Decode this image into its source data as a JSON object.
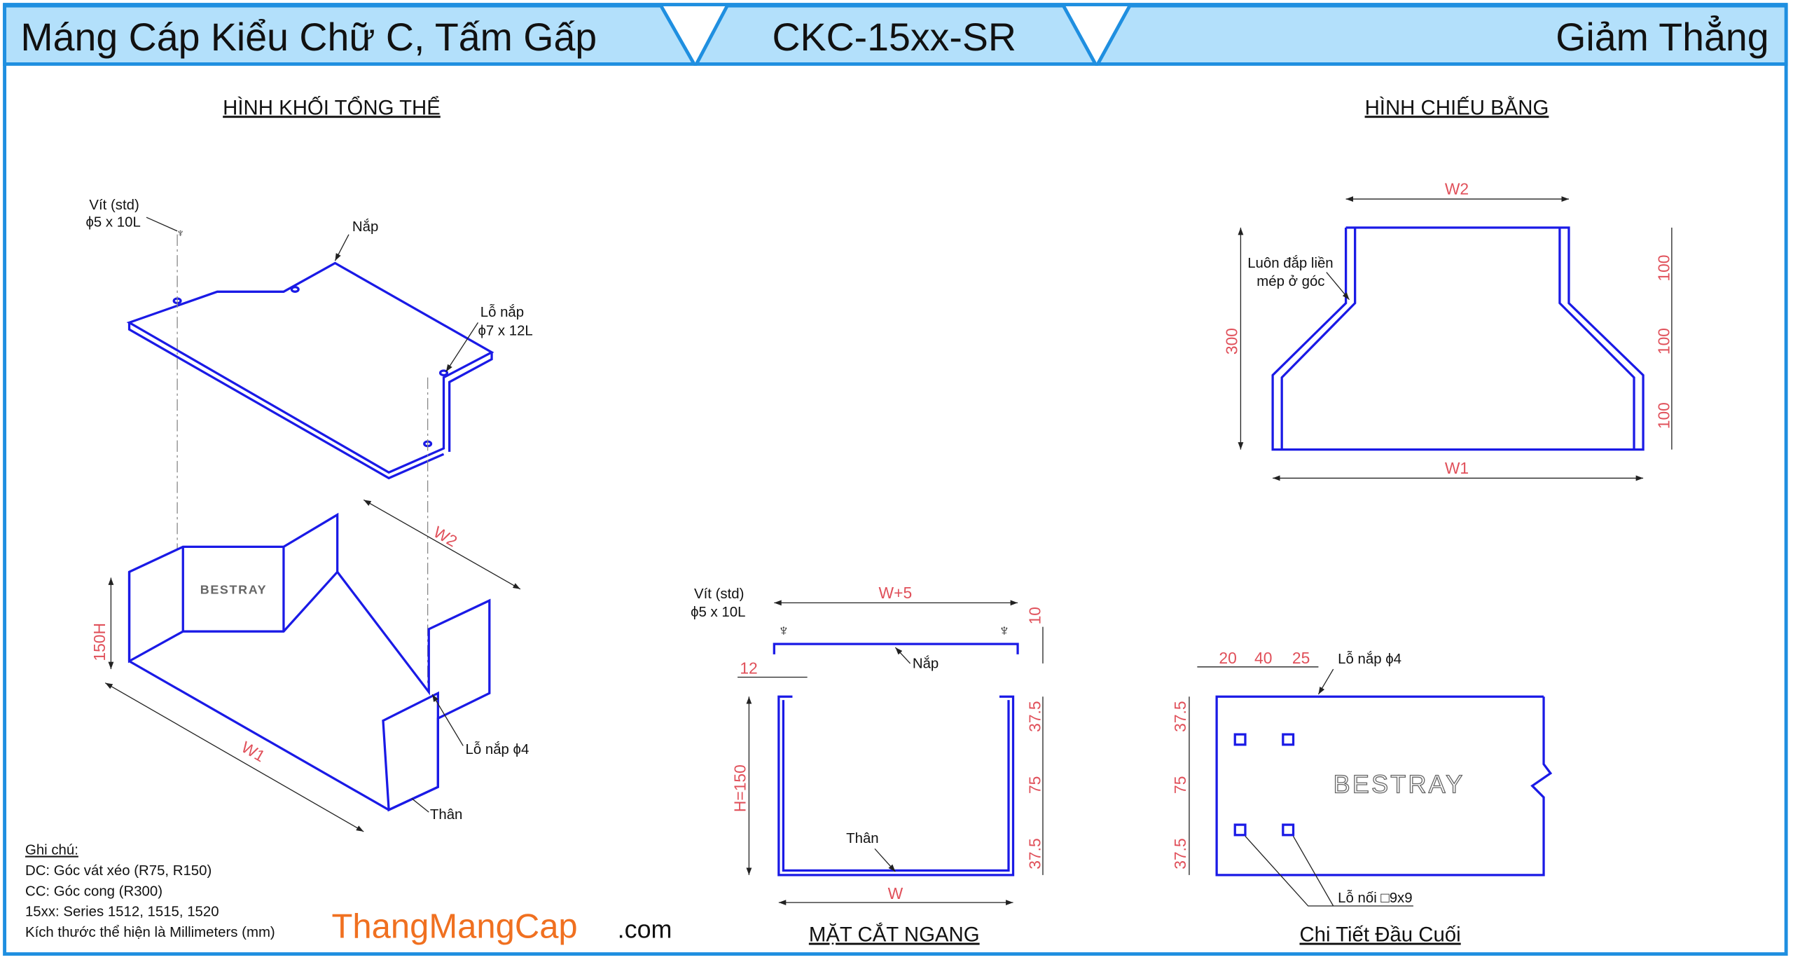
{
  "header": {
    "left_title": "Máng Cáp Kiểu Chữ C, Tấm Gấp",
    "center_title": "CKC-15xx-SR",
    "right_title": "Giảm Thẳng"
  },
  "colors": {
    "header_fill": "#b3e0fb",
    "border": "#1f8fe0",
    "object": "#1a1ae6",
    "dimension": "#e0505a",
    "brand": "#f07020"
  },
  "iso_view": {
    "heading": "HÌNH KHỐI TỔNG THỂ",
    "screw_label": "Vít (std)",
    "screw_size": "ϕ5 x 10L",
    "cover_label": "Nắp",
    "cover_hole_label": "Lỗ nắp",
    "cover_hole_size": "ϕ7 x 12L",
    "hole_label": "Lỗ nắp ϕ4",
    "body_label": "Thân",
    "dim_w1": "W1",
    "dim_w2": "W2",
    "dim_h": "150H",
    "brand_mark": "BESTRAY"
  },
  "plan_view": {
    "heading": "HÌNH CHIẾU BẰNG",
    "note_line1": "Luôn đắp liền",
    "note_line2": "mép ở góc",
    "dim_w2": "W2",
    "dim_w1": "W1",
    "dim_300": "300",
    "dim_100": [
      "100",
      "100",
      "100"
    ]
  },
  "section_view": {
    "heading": "MẶT CẮT NGANG",
    "screw_label": "Vít (std)",
    "screw_size": "ϕ5 x 10L",
    "dim_w5": "W+5",
    "dim_w": "W",
    "dim_h": "H=150",
    "dim_10": "10",
    "dim_12": "12",
    "dim_right": [
      "37.5",
      "75",
      "37.5"
    ],
    "cover_label": "Nắp",
    "body_label": "Thân"
  },
  "end_detail": {
    "heading": "Chi Tiết Đầu Cuối",
    "dim_top": [
      "20",
      "40",
      "25"
    ],
    "dim_left": [
      "37.5",
      "75",
      "37.5"
    ],
    "hole_label": "Lỗ nắp ϕ4",
    "joint_hole_label": "Lỗ nối □9x9",
    "brand_mark": "BESTRAY"
  },
  "notes": {
    "heading": "Ghi chú:",
    "lines": [
      "DC: Góc vát xéo (R75, R150)",
      "CC: Góc cong (R300)",
      "15xx: Series 1512, 1515, 1520",
      "Kích thước thể hiện là Millimeters (mm)"
    ]
  },
  "brand": {
    "name": "ThangMangCap",
    "suffix": ".com"
  }
}
